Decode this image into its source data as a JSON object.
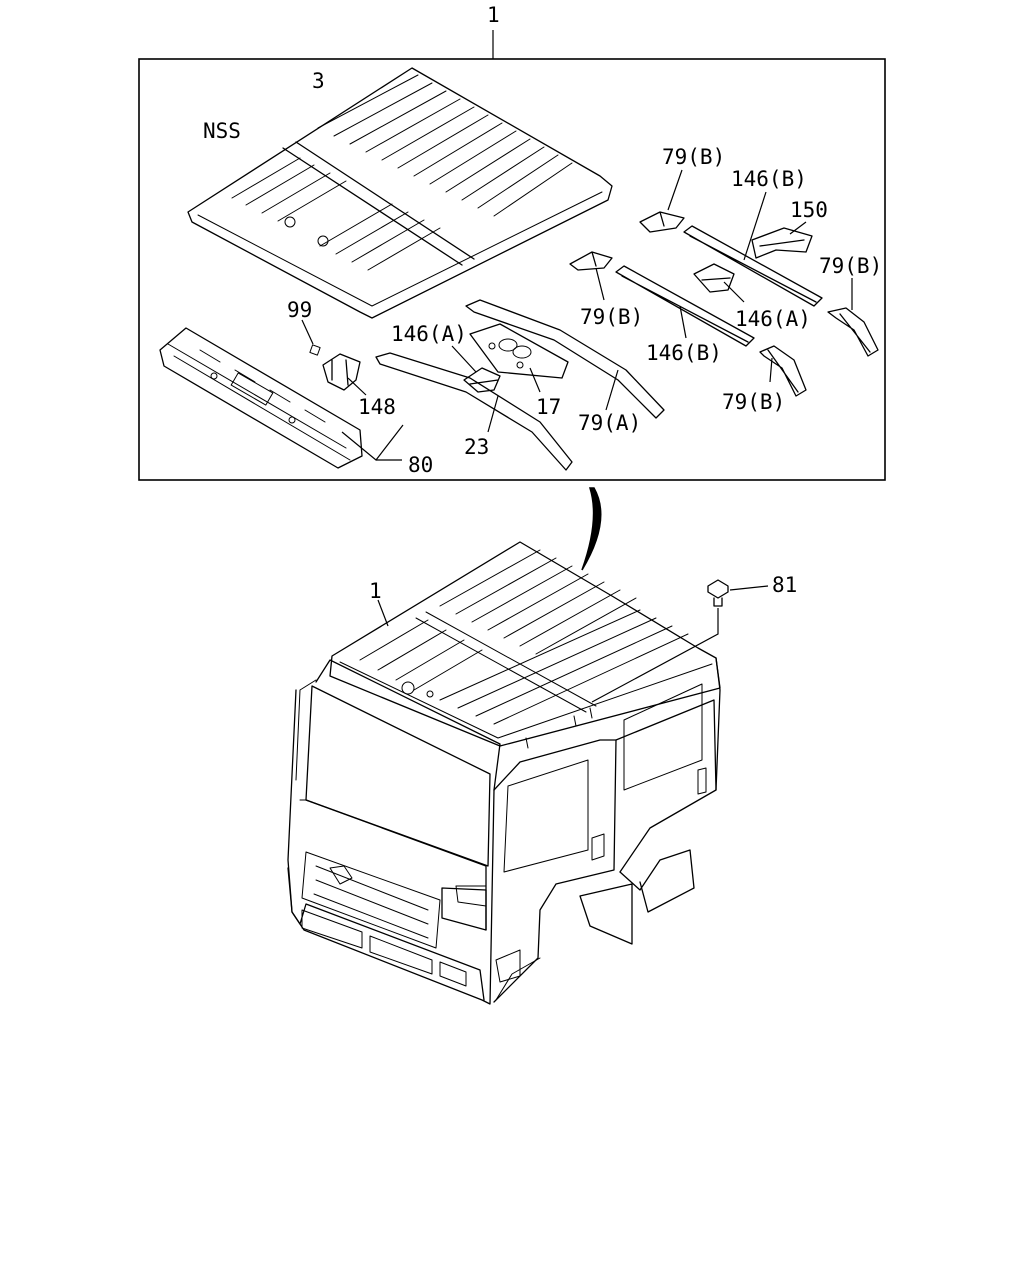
{
  "diagram": {
    "callouts": {
      "top_assembly": "1",
      "roof_panel": "3",
      "nss": "NSS",
      "plate_99": "99",
      "bracket_148": "148",
      "front_header_80": "80",
      "bracket_146a_left": "146(A)",
      "plate_17": "17",
      "rail_23": "23",
      "rail_79a": "79(A)",
      "strip_79b_top": "79(B)",
      "rail_146b_top": "146(B)",
      "bracket_150": "150",
      "strip_79b_right": "79(B)",
      "strip_79b_mid": "79(B)",
      "bracket_146a_right": "146(A)",
      "rail_146b_mid": "146(B)",
      "strip_79b_bottom": "79(B)",
      "cab_assembly": "1",
      "bolt_81": "81"
    }
  }
}
